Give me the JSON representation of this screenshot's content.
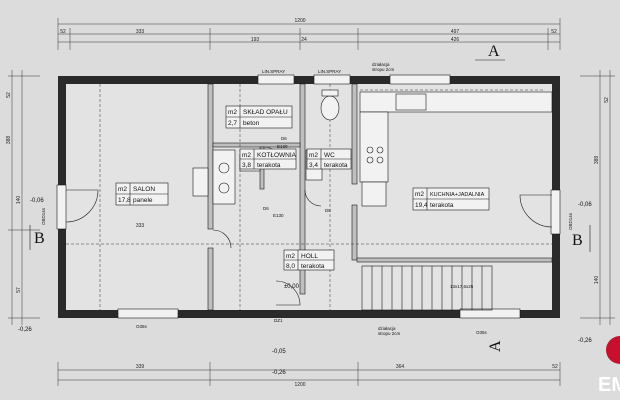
{
  "rooms": {
    "salon": {
      "area": "17,8",
      "unit": "m2",
      "name": "SALON",
      "floor": "panele"
    },
    "sklad": {
      "area": "2,7",
      "unit": "m2",
      "name": "SKŁAD OPAŁU",
      "floor": "beton"
    },
    "kotlownia": {
      "area": "3,8",
      "unit": "m2",
      "name": "KOTŁOWNIA",
      "floor": "terakota"
    },
    "wc": {
      "area": "3,4",
      "unit": "m2",
      "name": "WC",
      "floor": "terakota"
    },
    "kuchnia": {
      "area": "19,4",
      "unit": "m2",
      "name": "KUCHNIA+JADALNIA",
      "floor": "terakota"
    },
    "holl": {
      "area": "8,0",
      "unit": "m2",
      "name": "HOLL",
      "floor": "terakota"
    }
  },
  "doors": {
    "d6a": "D6",
    "e130a": "E130",
    "d6b": "D6",
    "e130b": "E130",
    "d8": "D8",
    "dz1": "DZ1"
  },
  "levels": {
    "zero": "±0,00",
    "left": "-0,06",
    "right": "-0,06",
    "left_low": "-0,26",
    "right_low": "-0,26",
    "bottom": "-0,05",
    "bottom_low": "-0,26"
  },
  "sections": {
    "b_left": "B",
    "b_right": "B",
    "a_top": "A",
    "a_bottom": "A"
  },
  "windows": {
    "o35s_bottom_left": "O35s",
    "o35s_bottom_right": "O35s",
    "obd_left": "OBD14s",
    "obd_right": "OBD14s"
  },
  "labels": {
    "lines1": "LIN.SPRAY",
    "lines2": "LIN.SPRAY",
    "dz_top": "działacja",
    "dz_top2": "stropu 2cm",
    "dz_bot": "działacja",
    "dz_bot2": "stropu 2cm",
    "stairs": "13x17,6x25"
  },
  "dims": {
    "top_total": "1200",
    "top_a": "52",
    "top_b": "333",
    "top_c": "193",
    "top_d": "497",
    "top_e": "24",
    "top_f": "426",
    "top_g": "52",
    "bottom_total": "1200",
    "bottom_a": "339",
    "bottom_b": "364",
    "bottom_c": "52",
    "left_a": "52",
    "left_b": "388",
    "left_c": "140",
    "left_d": "57",
    "right_a": "52",
    "right_b": "388",
    "right_c": "140",
    "mid_333": "333"
  },
  "logo": {
    "text": "EM"
  }
}
